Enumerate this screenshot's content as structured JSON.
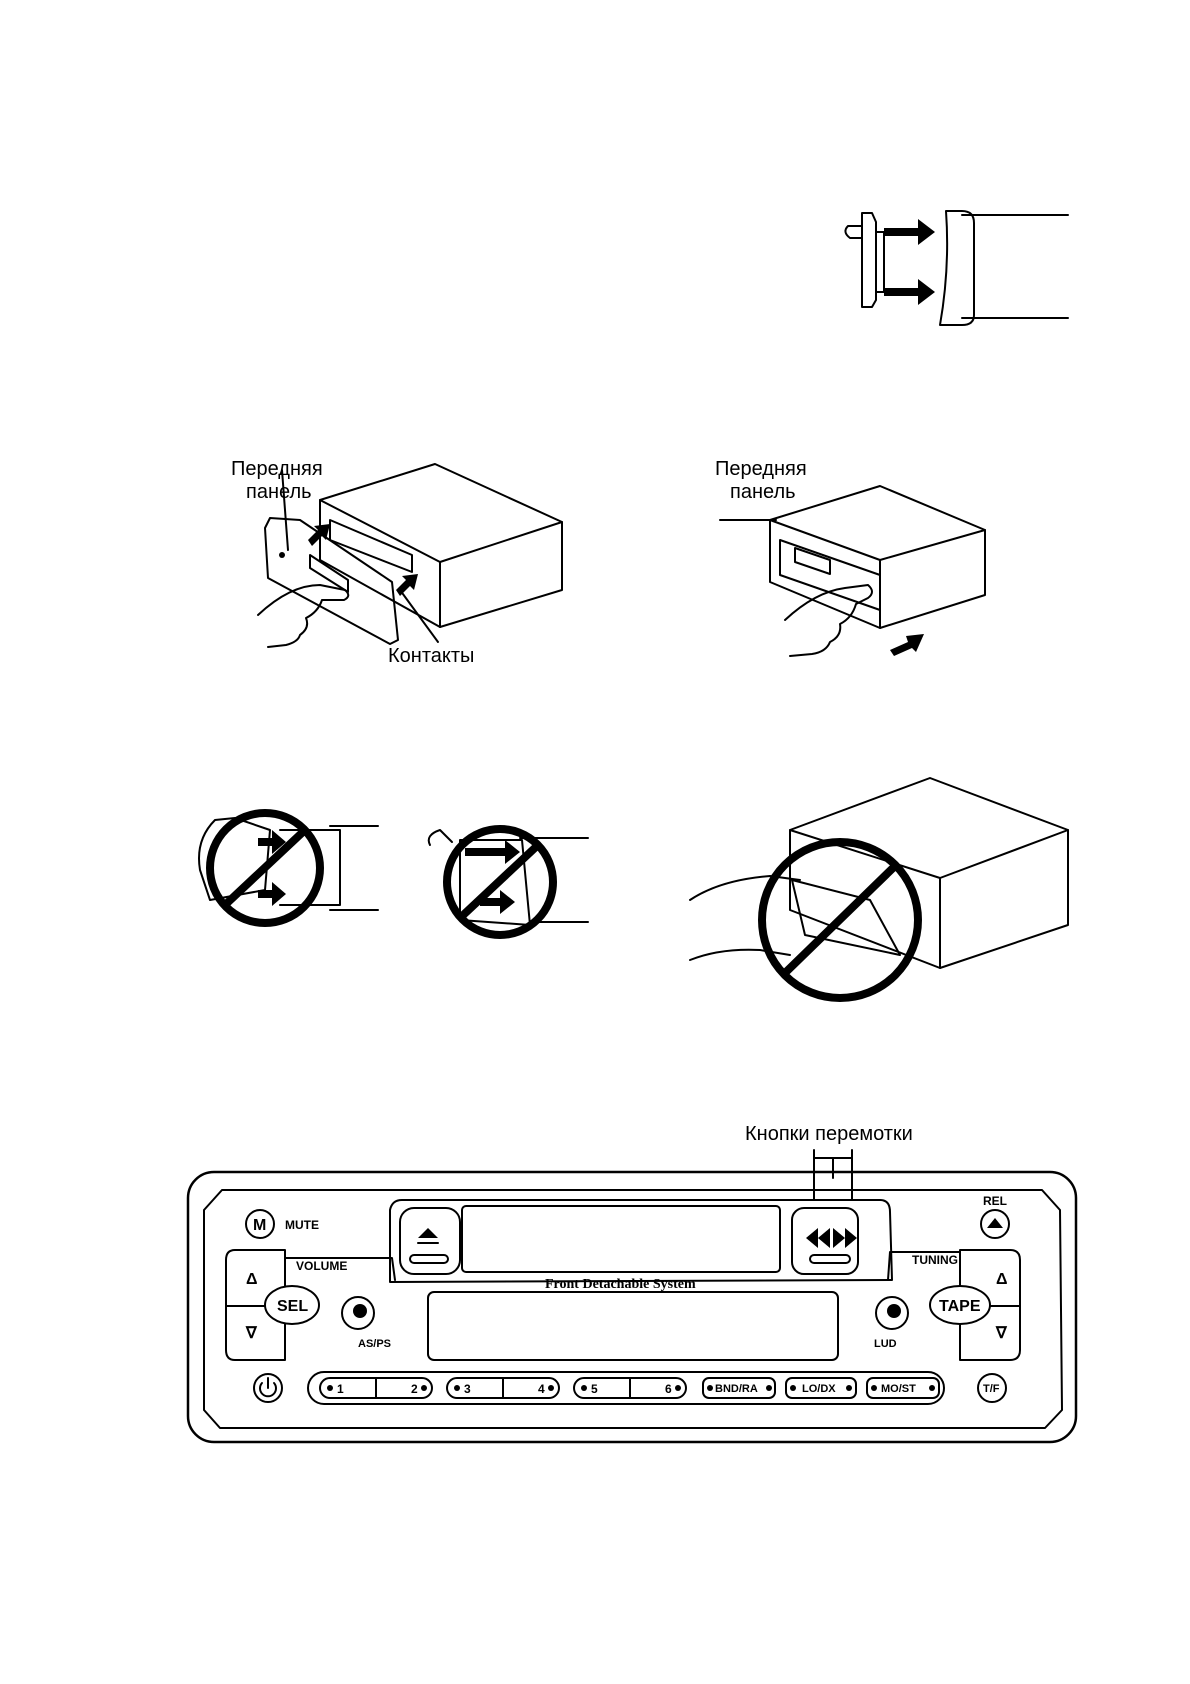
{
  "figure2": {
    "left_label_line1": "Передняя",
    "left_label_line2": "панель",
    "contacts_label": "Контакты",
    "right_label_line1": "Передняя",
    "right_label_line2": "панель"
  },
  "figure4": {
    "rewind_label": "Кнопки перемотки",
    "panel": {
      "mute_key": "M",
      "mute_label": "MUTE",
      "volume_label": "VOLUME",
      "sel_label": "SEL",
      "tuning_label": "TUNING",
      "tape_label": "TAPE",
      "rel_label": "REL",
      "brand_label": "Front Detachable System",
      "asps_label": "AS/PS",
      "lud_label": "LUD",
      "tf_label": "T/F",
      "presets": [
        {
          "left": "1",
          "right": "2"
        },
        {
          "left": "3",
          "right": "4"
        },
        {
          "left": "5",
          "right": "6"
        }
      ],
      "mode_buttons": [
        "BND/RA",
        "LO/DX",
        "MO/ST"
      ],
      "up_arrow": "Δ",
      "down_arrow": "∇"
    }
  }
}
